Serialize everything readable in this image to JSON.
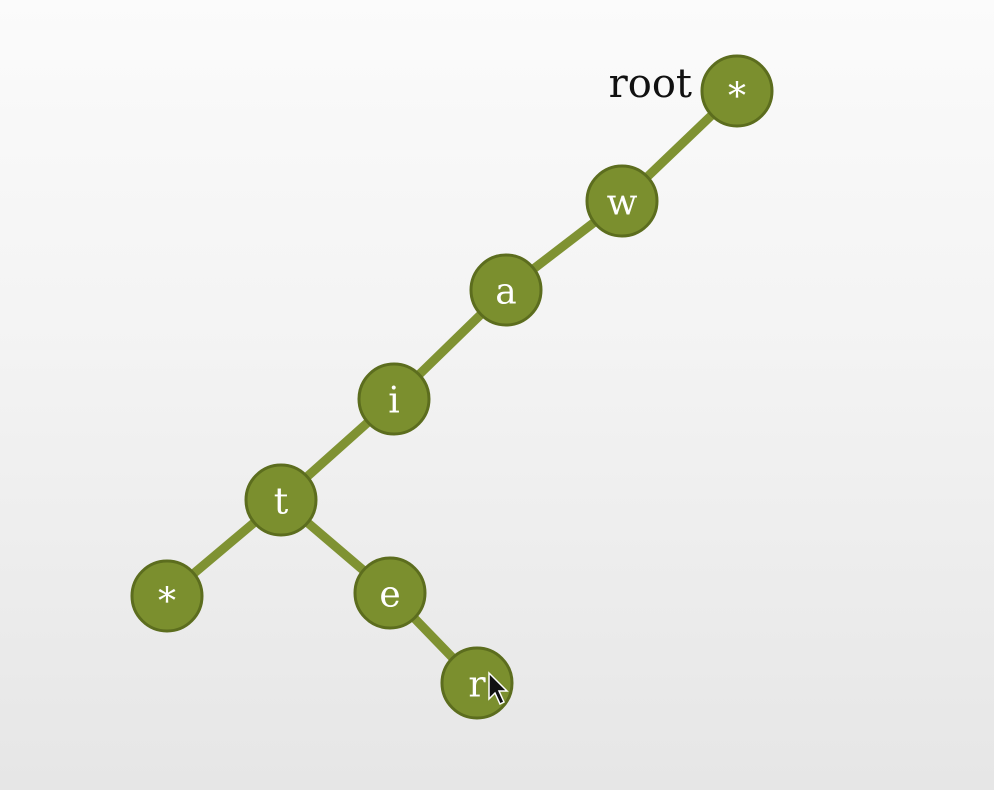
{
  "root_label": "root",
  "nodes": [
    {
      "id": "root",
      "label": "*"
    },
    {
      "id": "w",
      "label": "w"
    },
    {
      "id": "a",
      "label": "a"
    },
    {
      "id": "i",
      "label": "i"
    },
    {
      "id": "t",
      "label": "t"
    },
    {
      "id": "end",
      "label": "*"
    },
    {
      "id": "e",
      "label": "e"
    },
    {
      "id": "r",
      "label": "r"
    }
  ],
  "edges": [
    {
      "from": "root",
      "to": "w"
    },
    {
      "from": "w",
      "to": "a"
    },
    {
      "from": "a",
      "to": "i"
    },
    {
      "from": "i",
      "to": "t"
    },
    {
      "from": "t",
      "to": "end"
    },
    {
      "from": "t",
      "to": "e"
    },
    {
      "from": "e",
      "to": "r"
    }
  ],
  "colors": {
    "node_fill": "#7b8f2e",
    "node_stroke": "#5c6d1e",
    "edge": "#7f9232",
    "label": "#ffffff"
  }
}
